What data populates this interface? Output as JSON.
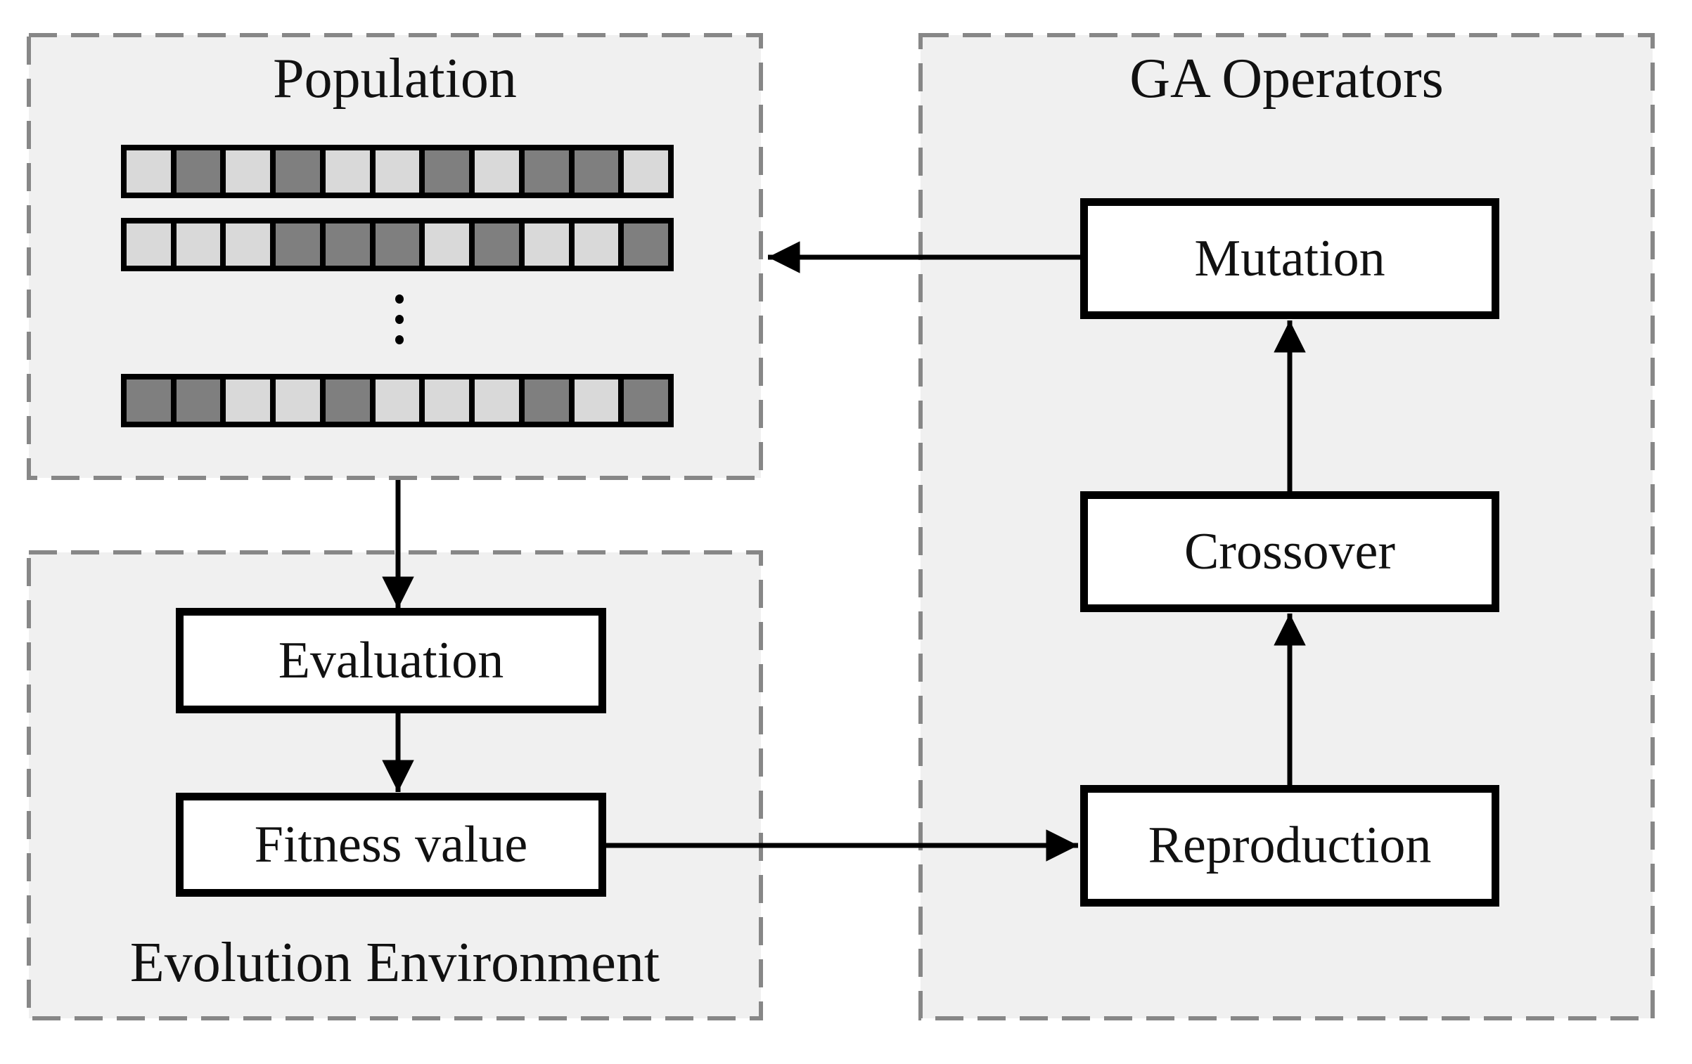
{
  "diagram": {
    "population": {
      "title": "Population",
      "chromosomes": [
        [
          0,
          1,
          0,
          1,
          0,
          0,
          1,
          0,
          1,
          1,
          0
        ],
        [
          0,
          0,
          0,
          1,
          1,
          1,
          0,
          1,
          0,
          0,
          1
        ],
        [
          1,
          1,
          0,
          0,
          1,
          0,
          0,
          0,
          1,
          0,
          1
        ]
      ],
      "ellipsis_dot_count": 3
    },
    "evolution_environment": {
      "title": "Evolution Environment",
      "boxes": {
        "evaluation": "Evaluation",
        "fitness": "Fitness value"
      }
    },
    "ga_operators": {
      "title": "GA Operators",
      "boxes": {
        "mutation": "Mutation",
        "crossover": "Crossover",
        "reproduction": "Reproduction"
      }
    },
    "arrows": [
      {
        "from": "population",
        "to": "evaluation"
      },
      {
        "from": "evaluation",
        "to": "fitness-value"
      },
      {
        "from": "fitness-value",
        "to": "reproduction"
      },
      {
        "from": "reproduction",
        "to": "crossover"
      },
      {
        "from": "crossover",
        "to": "mutation"
      },
      {
        "from": "mutation",
        "to": "population"
      }
    ],
    "colors": {
      "panel_fill": "#f0f0f0",
      "panel_border": "#878787",
      "cell_light": "#d9d9d9",
      "cell_dark": "#7f7f7f",
      "box_fill": "#ffffff",
      "box_border": "#000000",
      "line": "#000000"
    }
  }
}
